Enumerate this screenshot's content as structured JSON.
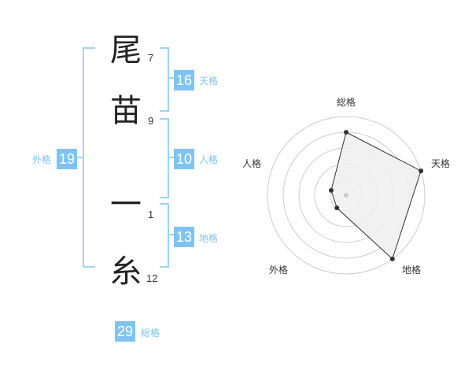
{
  "name": {
    "chars": [
      {
        "char": "尾",
        "strokes": "7"
      },
      {
        "char": "苗",
        "strokes": "9"
      },
      {
        "char": "一",
        "strokes": "1"
      },
      {
        "char": "糸",
        "strokes": "12"
      }
    ]
  },
  "kakusu": {
    "tenkaku": {
      "label": "天格",
      "value": "16"
    },
    "jinkaku": {
      "label": "人格",
      "value": "10"
    },
    "chikaku": {
      "label": "地格",
      "value": "13"
    },
    "gaikaku": {
      "label": "外格",
      "value": "19"
    },
    "soukaku": {
      "label": "総格",
      "value": "29"
    }
  },
  "radar": {
    "axes": [
      "総格",
      "天格",
      "地格",
      "外格",
      "人格"
    ],
    "rings": 5,
    "values": [
      4,
      5,
      5,
      1,
      1
    ],
    "max": 5,
    "fill": "#f0f0f0",
    "line": "#333333",
    "grid": "#cccccc"
  },
  "colors": {
    "accent": "#7fc4f1",
    "bracket": "#9fd3f5"
  }
}
